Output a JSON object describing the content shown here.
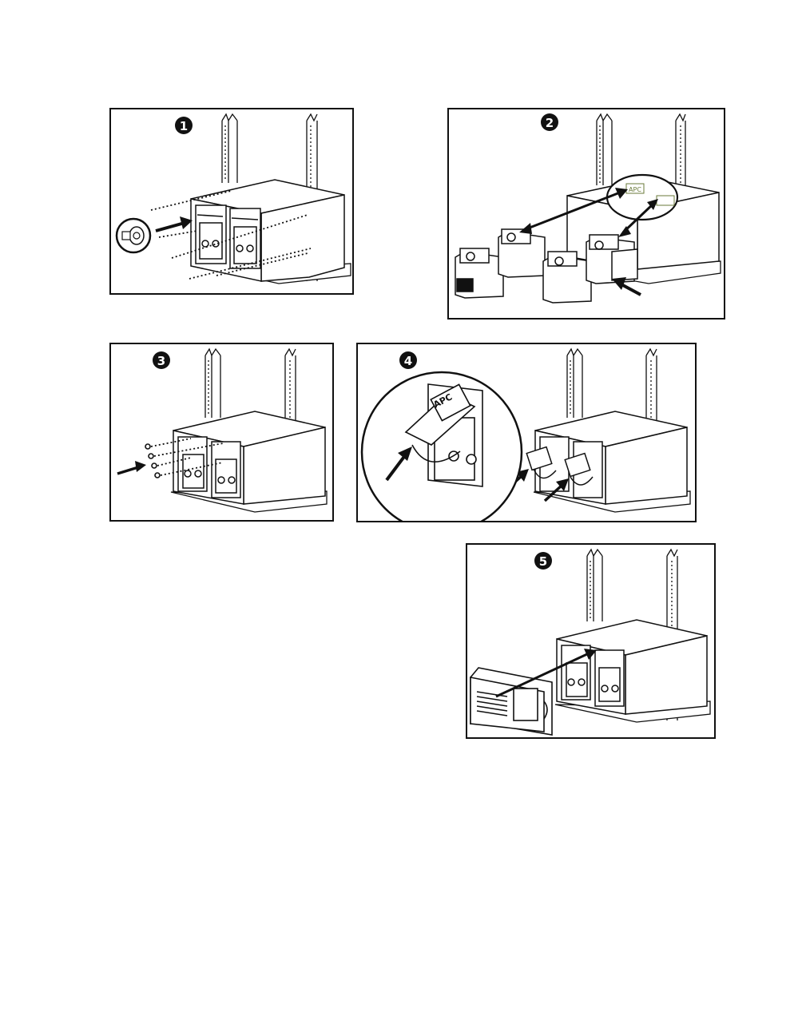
{
  "steps": [
    {
      "number": "1"
    },
    {
      "number": "2"
    },
    {
      "number": "3"
    },
    {
      "number": "4"
    },
    {
      "number": "5"
    }
  ],
  "callouts": {
    "step2_connector_text": "APC",
    "step4_connector_text": "APC"
  }
}
